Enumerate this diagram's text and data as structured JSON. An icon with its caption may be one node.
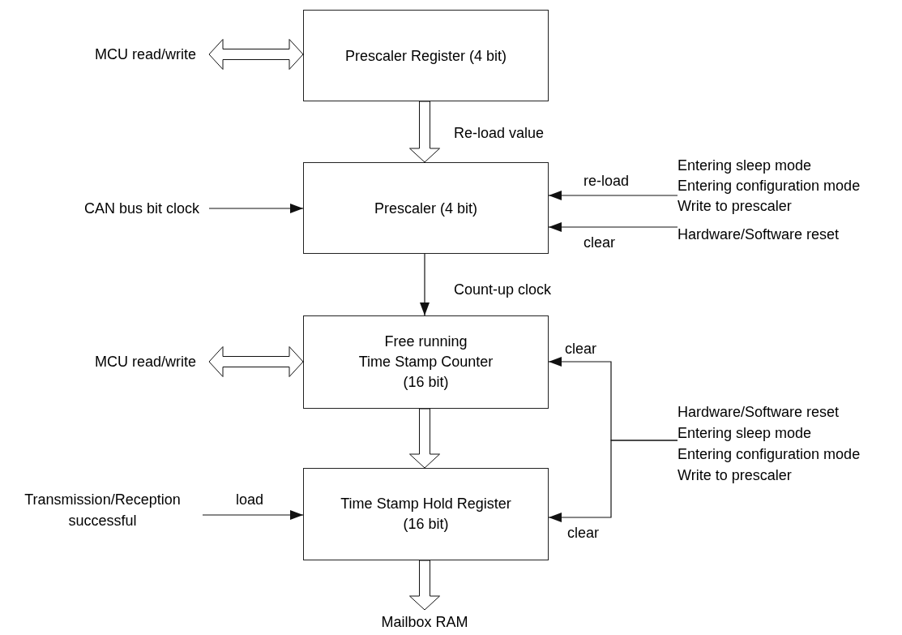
{
  "diagram": {
    "nodes": [
      {
        "text": [
          "Prescaler Register (4 bit)"
        ]
      },
      {
        "text": [
          "MCU read/write"
        ]
      },
      {
        "text": [
          "Prescaler (4 bit)"
        ]
      },
      {
        "text": [
          "CAN bus bit clock"
        ]
      },
      {
        "text": [
          "Entering sleep mode",
          "Entering configuration mode",
          "Write to prescaler"
        ]
      },
      {
        "text": [
          "Hardware/Software reset"
        ]
      },
      {
        "text": [
          "Free running",
          "Time Stamp Counter",
          "(16 bit)"
        ]
      },
      {
        "text": [
          "MCU read/write"
        ]
      },
      {
        "text": [
          "Hardware/Software reset",
          "Entering sleep mode",
          "Entering configuration mode",
          "Write to prescaler"
        ]
      },
      {
        "text": [
          "Time Stamp Hold Register",
          "(16 bit)"
        ]
      },
      {
        "text": [
          "Transmission/Reception successful"
        ]
      },
      {
        "text": [
          "Mailbox RAM"
        ]
      }
    ],
    "edges": [
      {
        "from": 1,
        "to": 0,
        "arrow": "both",
        "style": "thick"
      },
      {
        "from": 0,
        "to": 2,
        "arrow": "to",
        "style": "thick",
        "label": "Re-load value"
      },
      {
        "from": 3,
        "to": 2,
        "arrow": "to"
      },
      {
        "from": 4,
        "to": 2,
        "arrow": "to",
        "label": "re-load"
      },
      {
        "from": 5,
        "to": 2,
        "arrow": "to",
        "label": "clear"
      },
      {
        "from": 2,
        "to": 6,
        "arrow": "to",
        "label": "Count-up clock"
      },
      {
        "from": 7,
        "to": 6,
        "arrow": "both",
        "style": "thick"
      },
      {
        "from": 8,
        "to": 6,
        "arrow": "to",
        "label": "clear"
      },
      {
        "from": 8,
        "to": 9,
        "arrow": "to",
        "label": "clear"
      },
      {
        "from": 6,
        "to": 9,
        "arrow": "to",
        "style": "thick"
      },
      {
        "from": 10,
        "to": 9,
        "arrow": "to",
        "label": "load"
      },
      {
        "from": 9,
        "to": 11,
        "arrow": "to",
        "style": "thick"
      }
    ]
  }
}
